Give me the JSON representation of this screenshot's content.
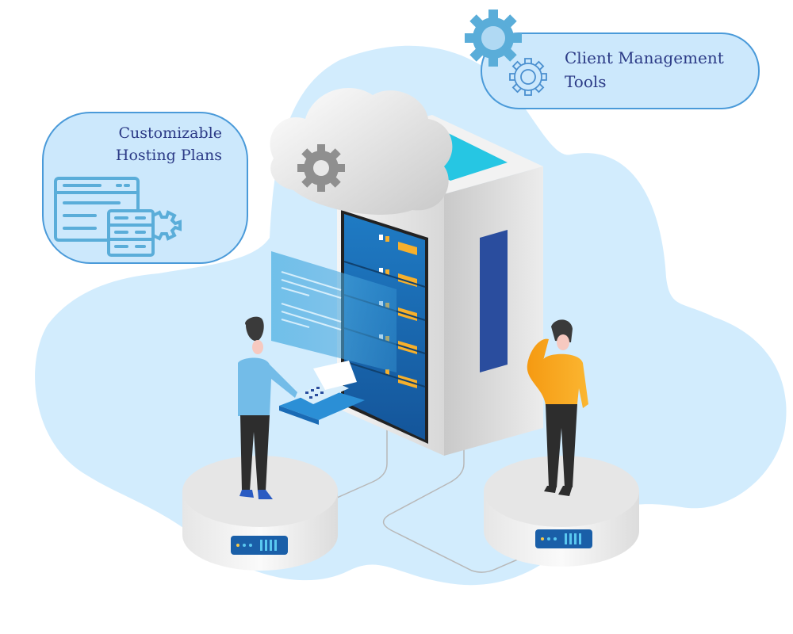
{
  "callouts": {
    "client_management": {
      "line1": "Client Management",
      "line2": "Tools"
    },
    "hosting_plans": {
      "line1": "Customizable",
      "line2": "Hosting Plans"
    }
  },
  "icons": {
    "client_management": "gear-pair-icon",
    "hosting_plans": "server-settings-icon",
    "cloud": "cloud-gear-icon"
  },
  "colors": {
    "blob": "#d2ecfd",
    "callout_fill": "#cce8fc",
    "callout_border": "#4a9ad9",
    "text": "#2b3a86",
    "gear": "#5aadd9",
    "server_screen": "#1e6fb3",
    "server_top": "#26c6e3",
    "person_left_shirt": "#73bce8",
    "person_right_shirt": "#f6a21d",
    "indicator": "#f6b02c"
  }
}
